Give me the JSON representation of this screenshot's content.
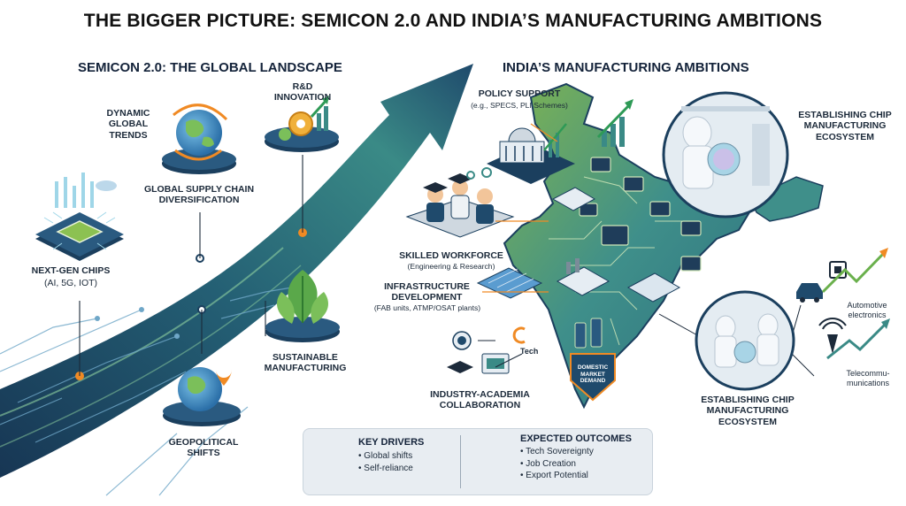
{
  "title": "THE BIGGER PICTURE: SEMICON 2.0 AND INDIA’S MANUFACTURING AMBITIONS",
  "left_section": {
    "heading": "SEMICON 2.0: THE GLOBAL LANDSCAPE",
    "nodes": {
      "dynamic_trends": "DYNAMIC GLOBAL TRENDS",
      "rnd": "R&D INNOVATION",
      "supply_chain": "GLOBAL SUPPLY CHAIN DIVERSIFICATION",
      "next_gen_title": "NEXT-GEN CHIPS",
      "next_gen_sub": "(AI, 5G, IOT)",
      "sustainable": "SUSTAINABLE MANUFACTURING",
      "geopolitical": "GEOPOLITICAL SHIFTS"
    }
  },
  "right_section": {
    "heading": "INDIA’S MANUFACTURING AMBITIONS",
    "nodes": {
      "policy_title": "POLICY SUPPORT",
      "policy_sub": "(e.g., SPECS, PLI Schemes)",
      "skilled_title": "SKILLED WORKFORCE",
      "skilled_sub": "(Engineering & Research)",
      "infra_title": "INFRASTRUCTURE DEVELOPMENT",
      "infra_sub": "(FAB units, ATMP/OSAT plants)",
      "academia": "INDUSTRY-ACADEMIA COLLABORATION",
      "tech": "Tech",
      "domestic": "DOMESTIC MARKET DEMAND",
      "ecosystem_top": "ESTABLISHING CHIP MANUFACTURING ECOSYSTEM",
      "ecosystem_bottom": "ESTABLISHING CHIP MANUFACTURING ECOSYSTEM",
      "automotive": "Automotive electronics",
      "telecom": "Telecommu-munications"
    }
  },
  "key_drivers": {
    "title": "KEY DRIVERS",
    "items": [
      "Global shifts",
      "Self-reliance"
    ]
  },
  "expected_outcomes": {
    "title": "EXPECTED OUTCOMES",
    "items": [
      "Tech Sovereignty",
      "Job Creation",
      "Export Potential"
    ]
  },
  "colors": {
    "arrow_dark": "#1b3f5e",
    "arrow_mid": "#2f7d80",
    "arrow_light": "#6fb08a",
    "accent_orange": "#f08a24",
    "india_teal": "#3f8f8a",
    "india_green": "#8cc152",
    "panel_bg": "#e8edf2"
  },
  "icons": [
    "globe-icon",
    "chip-icon",
    "gear-icon",
    "leaf-icon",
    "map-pin-icon",
    "capitol-icon",
    "graduate-icon",
    "factory-icon",
    "car-icon",
    "antenna-icon",
    "medal-icon",
    "bar-chart-icon",
    "wafer-icon"
  ]
}
